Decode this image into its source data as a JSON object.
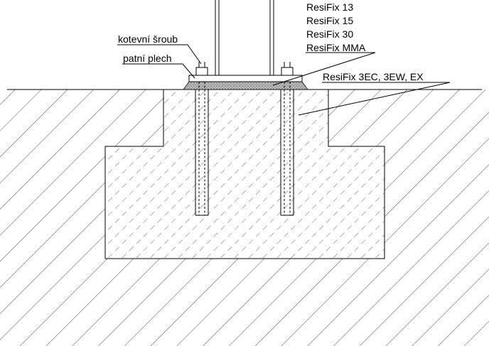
{
  "labels": {
    "anchor_bolt": "kotevní šroub",
    "base_plate": "patní plech",
    "resin_1": "ResiFix 13",
    "resin_2": "ResiFix 15",
    "resin_3": "ResiFix 30",
    "resin_4": "ResiFix MMA",
    "anchor_resin": "ResiFix 3EC, 3EW, EX"
  },
  "colors": {
    "line": "#000000",
    "background": "#ffffff",
    "grout_fill": "#bdbdbd"
  }
}
